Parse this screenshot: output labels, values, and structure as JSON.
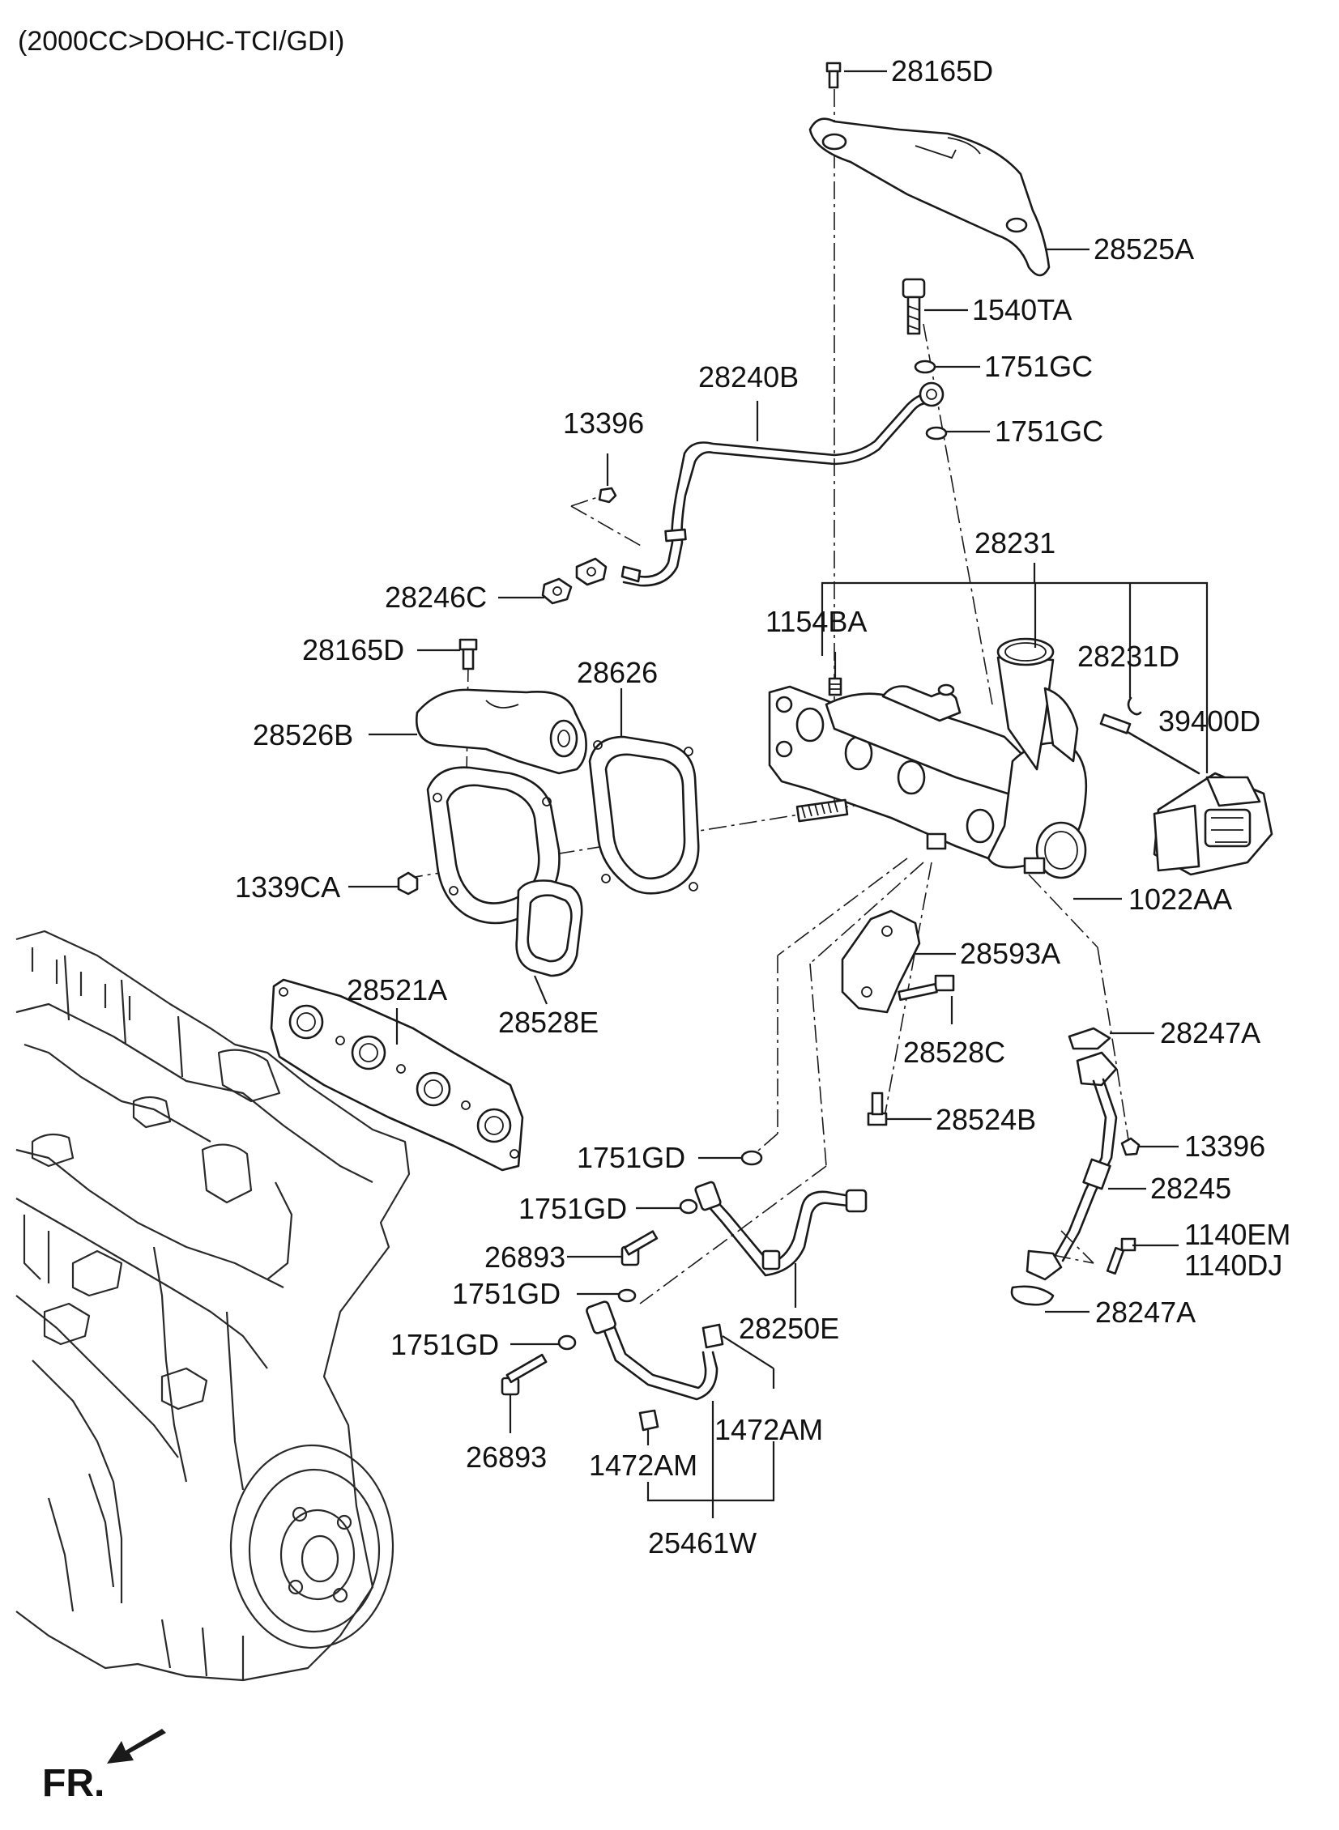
{
  "title": "(2000CC>DOHC-TCI/GDI)",
  "direction_label": "FR.",
  "parts": {
    "p28165D_top": "28165D",
    "p28525A": "28525A",
    "p1540TA": "1540TA",
    "p1751GC_a": "1751GC",
    "p1751GC_b": "1751GC",
    "p28240B": "28240B",
    "p13396_a": "13396",
    "p28246C": "28246C",
    "p28231": "28231",
    "p1154BA": "1154BA",
    "p28231D": "28231D",
    "p39400D": "39400D",
    "p28165D_left": "28165D",
    "p28626": "28626",
    "p28526B": "28526B",
    "p1339CA": "1339CA",
    "p1022AA": "1022AA",
    "p28593A": "28593A",
    "p28528E": "28528E",
    "p28521A": "28521A",
    "p28528C": "28528C",
    "p28247A_a": "28247A",
    "p28524B": "28524B",
    "p13396_b": "13396",
    "p1751GD_a": "1751GD",
    "p28245": "28245",
    "p1751GD_b": "1751GD",
    "p1140EM": "1140EM",
    "p1140DJ": "1140DJ",
    "p26893_a": "26893",
    "p1751GD_c": "1751GD",
    "p28247A_b": "28247A",
    "p28250E": "28250E",
    "p1751GD_d": "1751GD",
    "p1472AM_a": "1472AM",
    "p26893_b": "26893",
    "p1472AM_b": "1472AM",
    "p25461W": "25461W"
  }
}
